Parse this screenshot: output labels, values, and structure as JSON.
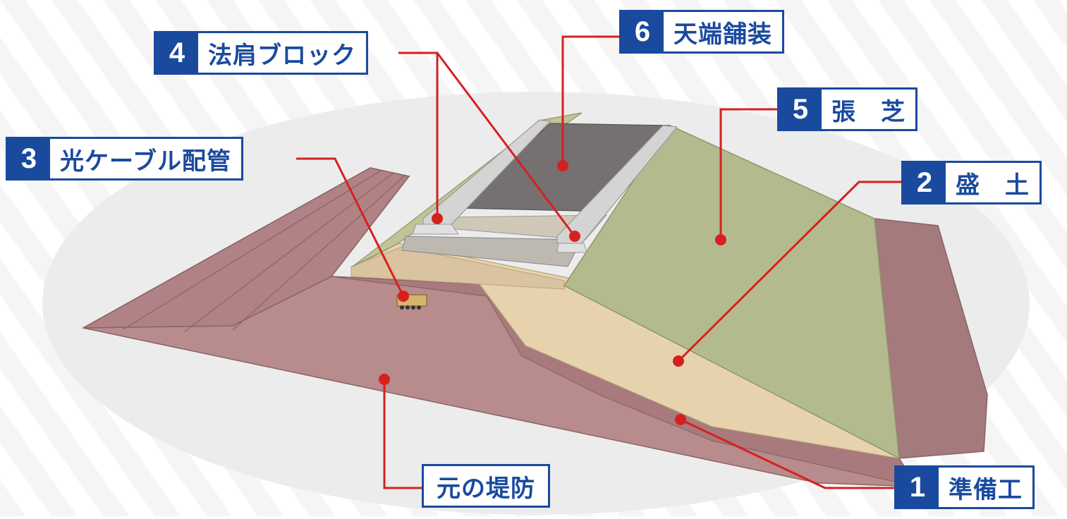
{
  "labels": [
    {
      "id": "label-1",
      "number": "1",
      "text": "準備工"
    },
    {
      "id": "label-2",
      "number": "2",
      "text": "盛　土"
    },
    {
      "id": "label-3",
      "number": "3",
      "text": "光ケーブル配管"
    },
    {
      "id": "label-4",
      "number": "4",
      "text": "法肩ブロック"
    },
    {
      "id": "label-5",
      "number": "5",
      "text": "張　芝"
    },
    {
      "id": "label-6",
      "number": "6",
      "text": "天端舗装"
    }
  ],
  "original_levee_label": "元の堤防",
  "colors": {
    "accent_blue": "#1a4a9e",
    "leader_red": "#d62020",
    "original_levee": "#b88b8d",
    "fill_soil": "#e6d3ad",
    "turf": "#b3bb8e",
    "pavement": "#767070",
    "block": "#d4d4d4"
  },
  "icons": [
    "marker-dot"
  ]
}
